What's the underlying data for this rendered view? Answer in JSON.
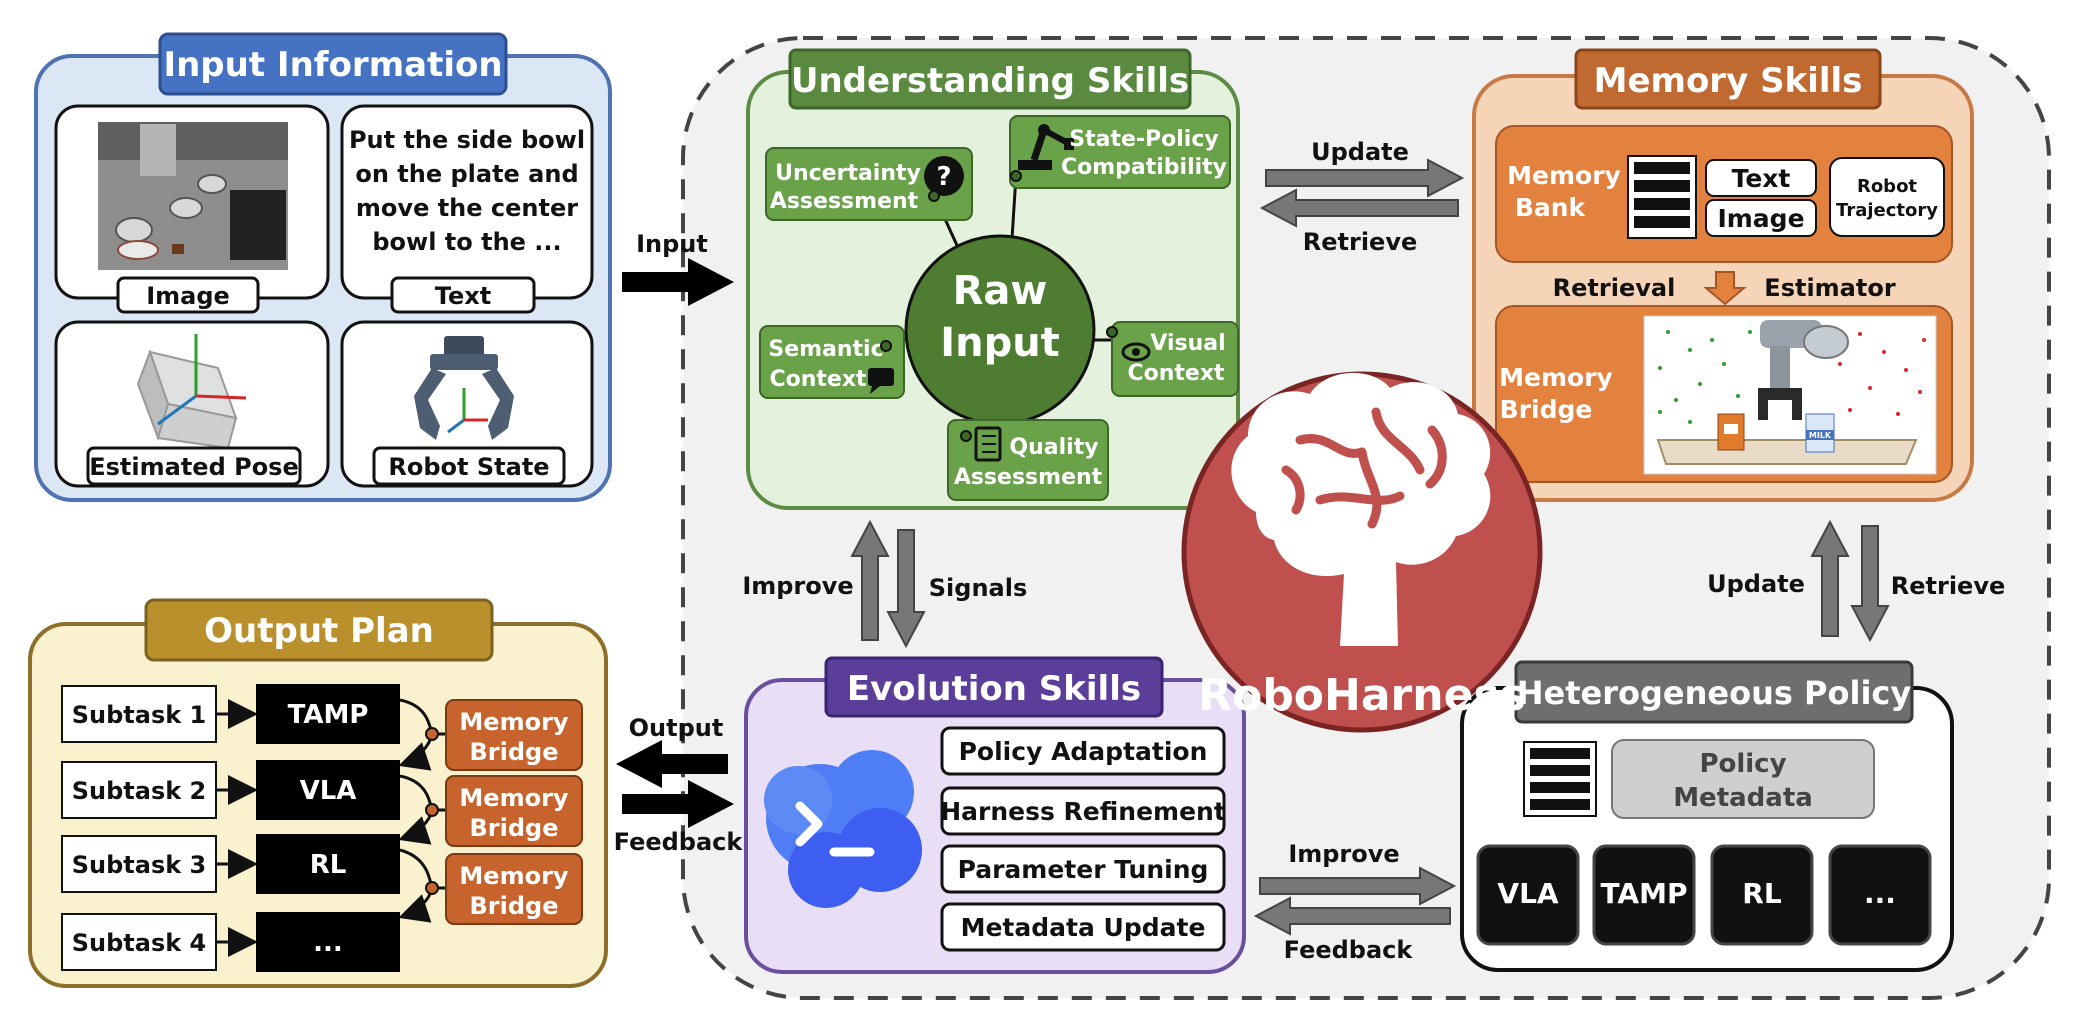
{
  "colors": {
    "input_panel": "#dce7f5",
    "input_border": "#4f72b3",
    "input_title": "#4672c4",
    "output_panel": "#faf2cf",
    "output_border": "#8d6e2a",
    "output_title": "#b9902b",
    "understanding_panel": "#e4f1dc",
    "understanding_border": "#5d8b46",
    "understanding_title": "#5a8a3f",
    "raw_input_circle": "#4e7d32",
    "memory_panel": "#f5d4b8",
    "memory_border": "#c87a45",
    "memory_title": "#c06a32",
    "memory_inner": "#e3813f",
    "evolution_panel": "#e8def5",
    "evolution_border": "#6a4f9c",
    "evolution_title": "#5b3d9a",
    "roboharness_circle": "#c0504d",
    "policy_title": "#6e6e6e",
    "policy_metadata": "#cfcfcf",
    "memory_bridge_tag": "#c7632c",
    "gray_arrow": "#777777"
  },
  "icons": [
    "robot-arm-icon",
    "question-icon",
    "speech-bubble-icon",
    "eye-icon",
    "checklist-icon",
    "brain-icon",
    "terminal-cloud-icon",
    "gripper-icon",
    "cube-pose-icon"
  ],
  "input_information": {
    "title": "Input Information",
    "image_label": "Image",
    "text_label": "Text",
    "text_content": [
      "Put the side bowl",
      "on the plate and",
      "move the center",
      "bowl to the ..."
    ],
    "pose_label": "Estimated Pose",
    "robot_state_label": "Robot State"
  },
  "output_plan": {
    "title": "Output Plan",
    "rows": [
      {
        "subtask": "Subtask 1",
        "policy": "TAMP"
      },
      {
        "subtask": "Subtask 2",
        "policy": "VLA"
      },
      {
        "subtask": "Subtask 3",
        "policy": "RL"
      },
      {
        "subtask": "Subtask 4",
        "policy": "..."
      }
    ],
    "memory_bridges": [
      [
        "Memory",
        "Bridge"
      ],
      [
        "Memory",
        "Bridge"
      ],
      [
        "Memory",
        "Bridge"
      ]
    ]
  },
  "understanding_skills": {
    "title": "Understanding Skills",
    "raw_input": [
      "Raw",
      "Input"
    ],
    "uncertainty": [
      "Uncertainty",
      "Assessment"
    ],
    "state_policy": [
      "State-Policy",
      "Compatibility"
    ],
    "semantic": [
      "Semantic",
      "Context"
    ],
    "visual": [
      "Visual",
      "Context"
    ],
    "quality": [
      "Quality",
      "Assessment"
    ]
  },
  "memory_skills": {
    "title": "Memory Skills",
    "memory_bank": [
      "Memory",
      "Bank"
    ],
    "text_chip": "Text",
    "image_chip": "Image",
    "robot_trajectory": [
      "Robot",
      "Trajectory"
    ],
    "retrieval": "Retrieval",
    "estimator": "Estimator",
    "memory_bridge": [
      "Memory",
      "Bridge"
    ],
    "scene_labels": [
      "MILK"
    ]
  },
  "evolution_skills": {
    "title": "Evolution Skills",
    "items": [
      "Policy Adaptation",
      "Harness Refinement",
      "Parameter Tuning",
      "Metadata Update"
    ]
  },
  "heterogeneous_policy": {
    "title": "Heterogeneous Policy",
    "metadata": [
      "Policy",
      "Metadata"
    ],
    "keys": [
      "VLA",
      "TAMP",
      "RL",
      "..."
    ]
  },
  "center": {
    "name": "RoboHarness"
  },
  "arrows": {
    "input": "Input",
    "update_top": "Update",
    "retrieve_top": "Retrieve",
    "improve_left": "Improve",
    "signals": "Signals",
    "update_right": "Update",
    "retrieve_right": "Retrieve",
    "output": "Output",
    "feedback_left": "Feedback",
    "improve_bottom": "Improve",
    "feedback_bottom": "Feedback"
  }
}
